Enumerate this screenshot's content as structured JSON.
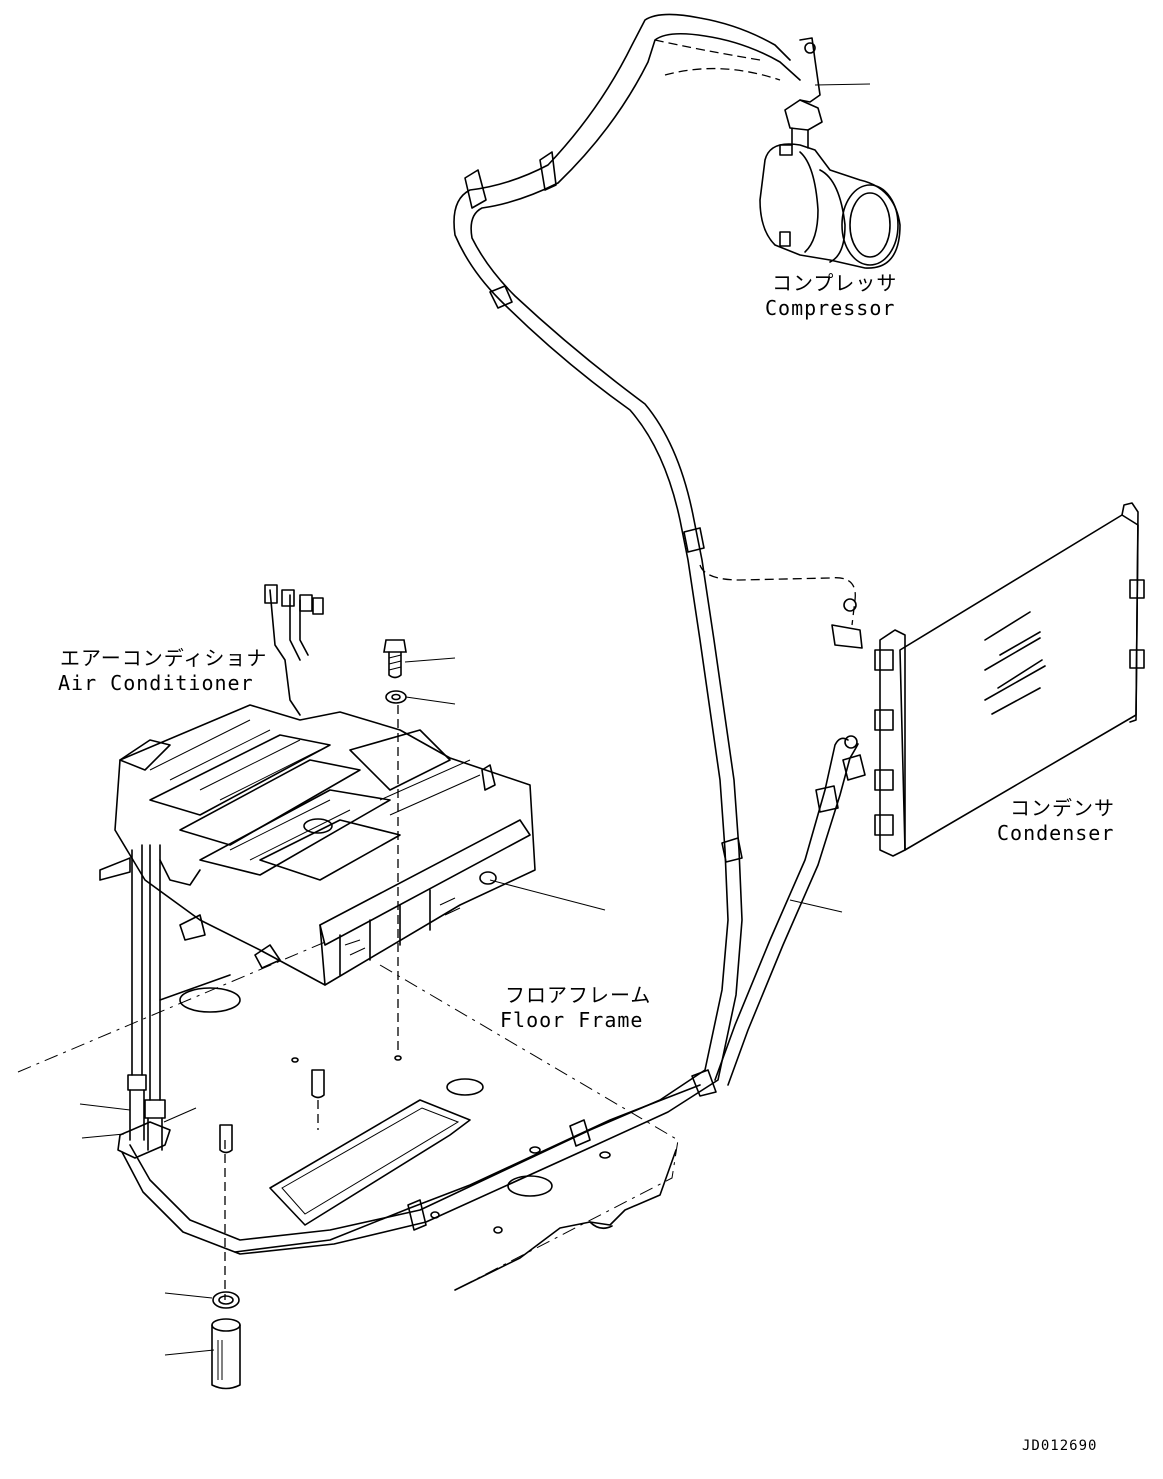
{
  "labels": {
    "compressor_jp": "コンプレッサ",
    "compressor_en": "Compressor",
    "condenser_jp": "コンデンサ",
    "condenser_en": "Condenser",
    "air_conditioner_jp": "エアーコンディショナ",
    "air_conditioner_en": "Air Conditioner",
    "floor_frame_jp": "フロアフレーム",
    "floor_frame_en": "Floor Frame"
  },
  "drawing_code": "JD012690"
}
